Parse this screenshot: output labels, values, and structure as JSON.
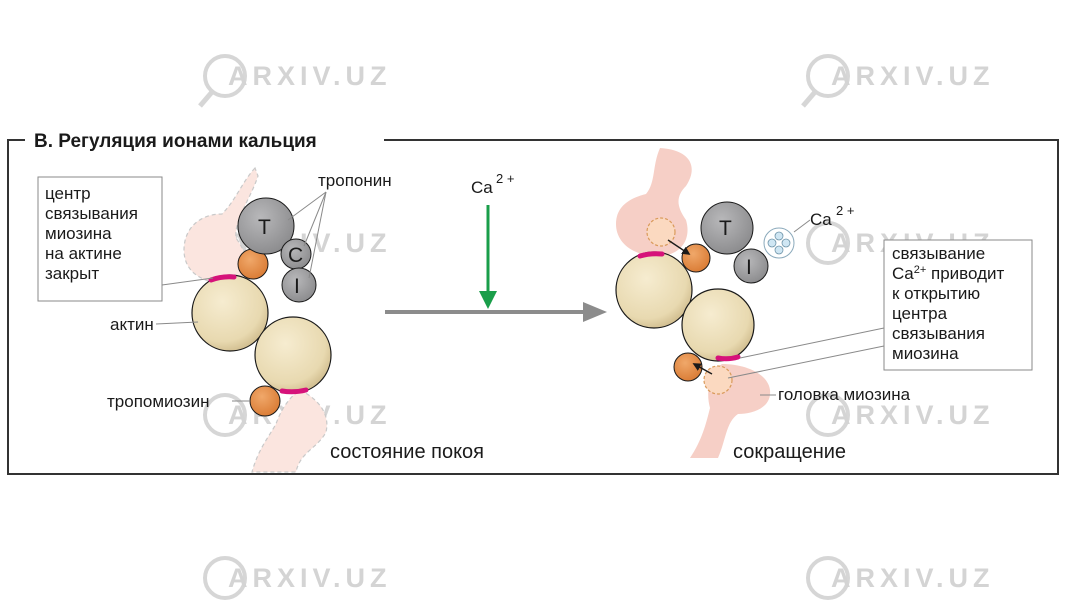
{
  "title": "В. Регуляция ионами кальция",
  "watermark": "ARXIV.UZ",
  "left_panel": {
    "box_lines": [
      "центр",
      "связывания",
      "миозина",
      "на актине",
      "закрыт"
    ],
    "troponin_label": "тропонин",
    "actin_label": "актин",
    "tropomyosin_label": "тропомиозин",
    "state_label": "состояние покоя",
    "subunits": {
      "t": "T",
      "c": "C",
      "i": "I"
    }
  },
  "calcium": {
    "label": "Ca",
    "superscript": "2 +"
  },
  "right_panel": {
    "calcium_label": "Ca",
    "calcium_superscript": "2 +",
    "box_line1": "связывание",
    "box_line2_main": "Ca",
    "box_line2_sup": "2+",
    "box_line2_rest": " приводит",
    "box_lines_rest": [
      "к открытию",
      "центра",
      "связывания",
      "миозина"
    ],
    "myosin_head_label": "головка миозина",
    "state_label": "сокращение",
    "subunits": {
      "t": "T",
      "i": "I"
    }
  },
  "colors": {
    "frame": "#333333",
    "myosin": "#f6cfc6",
    "actin": "#e8d9b0",
    "troponin": "#9a9a9c",
    "tropomyosin": "#e38a45",
    "binding_site": "#d6127a",
    "arrow_green": "#1a9e4a",
    "arrow_gray": "#8c8c8c",
    "calcium_ion": "#cfe6f3"
  }
}
